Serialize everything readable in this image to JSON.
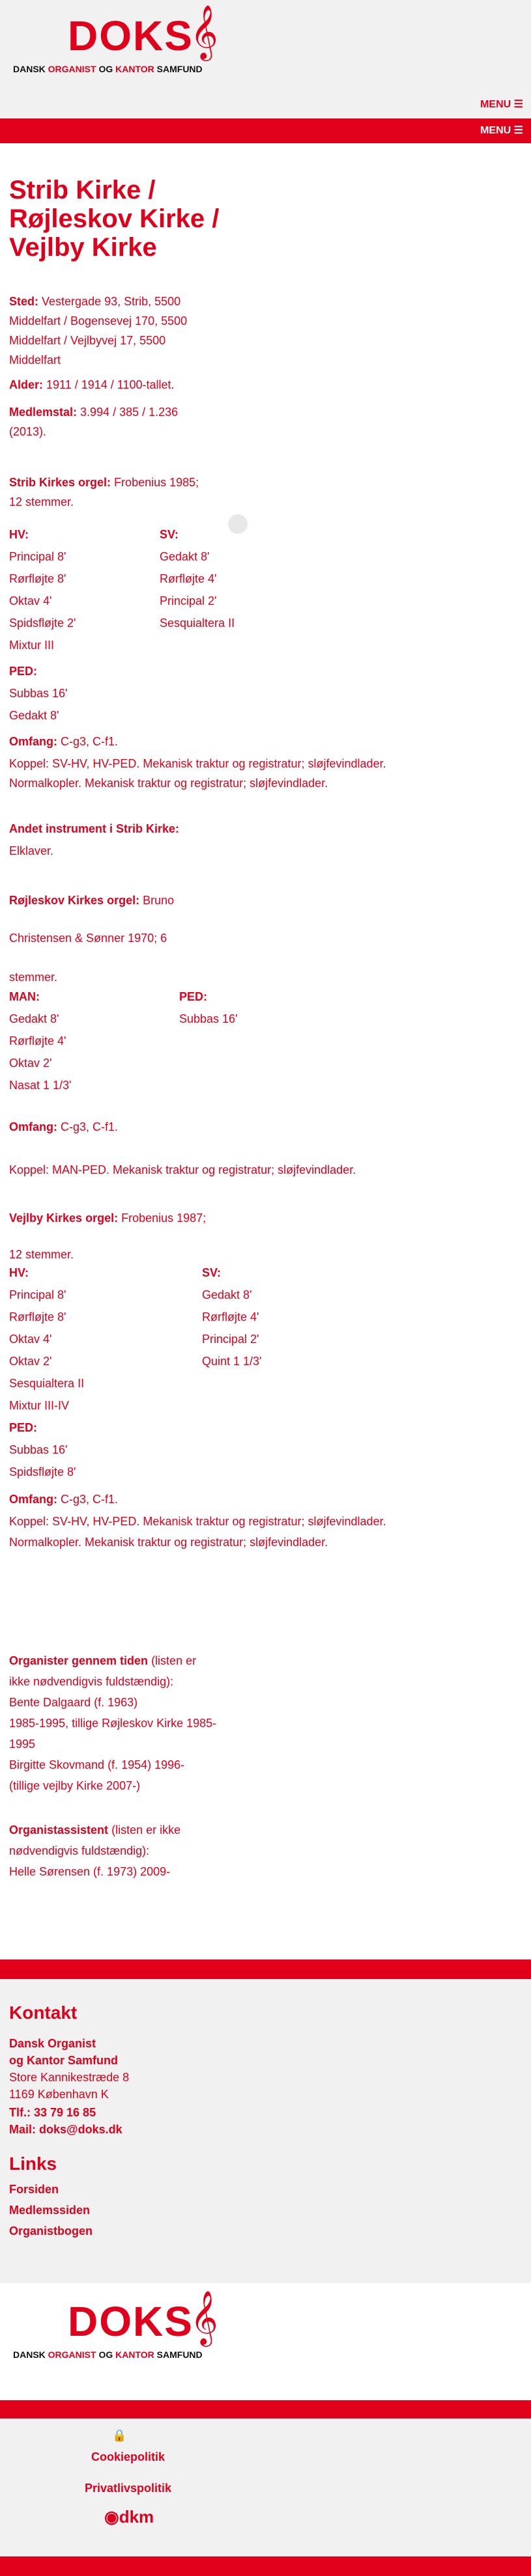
{
  "header": {
    "logo": "DOKS",
    "logo_sub_1": "DANSK",
    "logo_sub_2": "ORGANIST",
    "logo_sub_3": "OG",
    "logo_sub_4": "KANTOR",
    "logo_sub_5": "SAMFUND",
    "menu_label": "MENU"
  },
  "page": {
    "title_l1": "Strib Kirke /",
    "title_l2": "Røjleskov Kirke /",
    "title_l3": "Vejlby Kirke",
    "sted_label": "Sted:",
    "sted_l1": "Vestergade 93, Strib, 5500",
    "sted_l2": "Middelfart / Bogensevej 170, 5500",
    "sted_l3": "Middelfart / Vejlbyvej 17, 5500",
    "sted_l4": "Middelfart",
    "alder_label": "Alder:",
    "alder_value": "1911 / 1914 / 1100-tallet.",
    "medlemstal_label": "Medlemstal:",
    "medlemstal_value": "3.994 / 385 / 1.236",
    "medlemstal_year": "(2013)."
  },
  "strib_orgel": {
    "heading": "Strib Kirkes orgel:",
    "builder": "Frobenius 1985;",
    "stops": "12 stemmer.",
    "hv_label": "HV:",
    "sv_label": "SV:",
    "hv": [
      "Principal 8'",
      "Rørfløjte 8'",
      "Oktav 4'",
      "Spidsfløjte 2'",
      "Mixtur III"
    ],
    "sv": [
      "Gedakt 8'",
      "Rørfløjte 4'",
      "Principal 2'",
      "Sesquialtera II"
    ],
    "ped_label": "PED:",
    "ped": [
      "Subbas 16'",
      "Gedakt 8'"
    ],
    "omfang_label": "Omfang:",
    "omfang_value": "C-g3, C-f1.",
    "coupling_l1": "Koppel: SV-HV, HV-PED. Mekanisk traktur og registratur; sløjfevindlader.",
    "coupling_l2": "Normalkopler. Mekanisk traktur og registratur; sløjfevindlader."
  },
  "strib_andet": {
    "heading": "Andet instrument i Strib Kirke:",
    "value": "Elklaver."
  },
  "rojleskov_orgel": {
    "heading": "Røjleskov Kirkes orgel:",
    "builder": "Bruno",
    "line2": "Christensen & Sønner 1970; 6",
    "line3": "stemmer.",
    "man_label": "MAN:",
    "ped_label": "PED:",
    "man": [
      "Gedakt 8'",
      "Rørfløjte 4'",
      "Oktav 2'",
      "Nasat 1 1/3'"
    ],
    "ped": [
      "Subbas 16'"
    ],
    "omfang_label": "Omfang:",
    "omfang_value": "C-g3, C-f1.",
    "coupling": "Koppel: MAN-PED. Mekanisk traktur og registratur; sløjfevindlader."
  },
  "vejlby_orgel": {
    "heading": "Vejlby Kirkes orgel:",
    "builder": "Frobenius 1987;",
    "stops": "12 stemmer.",
    "hv_label": "HV:",
    "sv_label": "SV:",
    "hv": [
      "Principal 8'",
      "Rørfløjte 8'",
      "Oktav 4'",
      "Oktav 2'",
      "Sesquialtera II",
      "Mixtur III-IV"
    ],
    "sv": [
      "Gedakt 8'",
      "Rørfløjte 4'",
      "Principal 2'",
      "Quint 1 1/3'"
    ],
    "ped_label": "PED:",
    "ped": [
      "Subbas 16'",
      "Spidsfløjte 8'"
    ],
    "omfang_label": "Omfang:",
    "omfang_value": "C-g3, C-f1.",
    "coupling_l1": "Koppel: SV-HV, HV-PED. Mekanisk traktur og registratur; sløjfevindlader.",
    "coupling_l2": "Normalkopler. Mekanisk traktur og registratur; sløjfevindlader."
  },
  "organister": {
    "heading": "Organister gennem tiden",
    "heading_suffix": "(listen er",
    "l2": "ikke nødvendigvis fuldstændig):",
    "l3": "Bente Dalgaard (f. 1963)",
    "l4": "1985-1995, tillige Røjleskov Kirke 1985-",
    "l5": "1995",
    "l6": "Birgitte Skovmand (f. 1954) 1996-",
    "l7": "(tillige vejlby Kirke 2007-)"
  },
  "organistassistent": {
    "heading": "Organistassistent",
    "heading_suffix": "(listen er ikke",
    "l2": "nødvendigvis fuldstændig):",
    "l3": "Helle Sørensen (f. 1973) 2009-"
  },
  "kontakt": {
    "heading": "Kontakt",
    "org_l1": "Dansk Organist",
    "org_l2": "og Kantor Samfund",
    "street": "Store Kannikestræde 8",
    "city": "1169 København K",
    "phone": "Tlf.: 33 79 16 85",
    "mail_label": "Mail:",
    "mail": "doks@doks.dk"
  },
  "links": {
    "heading": "Links",
    "items": [
      "Forsiden",
      "Medlemssiden",
      "Organistbogen"
    ]
  },
  "footer": {
    "logo": "DOKS",
    "cookie": "Cookiepolitik",
    "privacy": "Privatlivspolitik",
    "dkm": "dkm"
  }
}
